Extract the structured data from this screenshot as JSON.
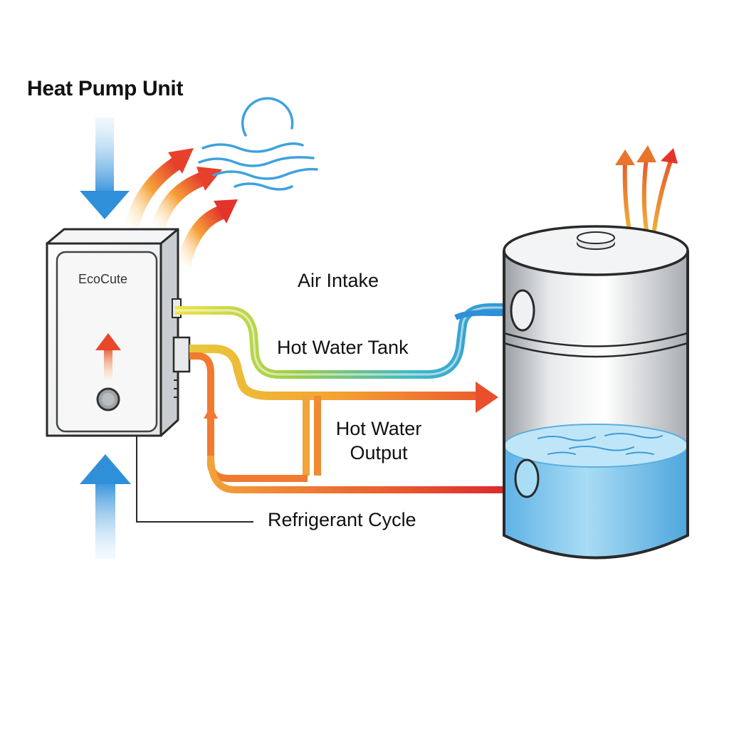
{
  "labels": {
    "title": "Heat Pump Unit",
    "air_intake": "Air Intake",
    "hot_water_tank": "Hot Water Tank",
    "hot_water_output_line1": "Hot Water",
    "hot_water_output_line2": "Output",
    "refrigerant_cycle": "Refrigerant Cycle",
    "unit_brand": "EcoCute"
  },
  "colors": {
    "cold_air": "#2f8fd8",
    "warm": "#f28a1e",
    "hot": "#e0302a",
    "water": "#7cc6ec",
    "outline": "#2a2a2a"
  },
  "icons": [
    "cold-air-arrow-icon",
    "warm-air-arrow-icon",
    "wind-icon",
    "steam-arrow-icon",
    "tank-icon"
  ]
}
